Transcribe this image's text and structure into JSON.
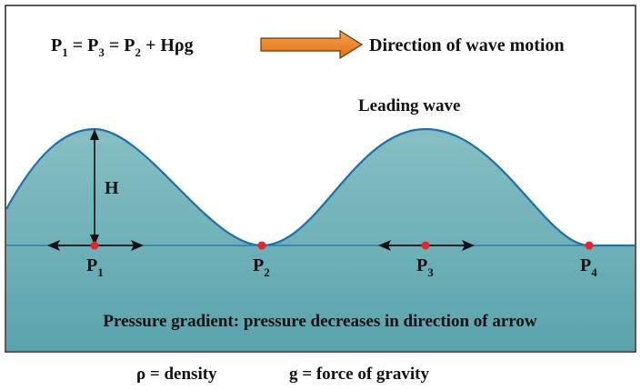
{
  "equation": {
    "p1": "P",
    "s1": "1",
    "eq1": " = ",
    "p3": "P",
    "s3": "3",
    "eq2": " = ",
    "p2": "P",
    "s2": "2",
    "rest": " + Hρg"
  },
  "direction_label": "Direction of wave motion",
  "leading_wave_label": "Leading wave",
  "height_label": "H",
  "points": [
    {
      "base": "P",
      "sub": "1"
    },
    {
      "base": "P",
      "sub": "2"
    },
    {
      "base": "P",
      "sub": "3"
    },
    {
      "base": "P",
      "sub": "4"
    }
  ],
  "pressure_gradient_text": "Pressure gradient: pressure decreases in direction of arrow",
  "legend": {
    "density": "ρ = density",
    "gravity": "g = force of gravity"
  },
  "colors": {
    "water": "#79b7bd",
    "water_deep": "#5aa3ad",
    "wave_line": "#1c6fb0",
    "arrow_fill": "#f08a2c",
    "point": "#e8232a"
  }
}
